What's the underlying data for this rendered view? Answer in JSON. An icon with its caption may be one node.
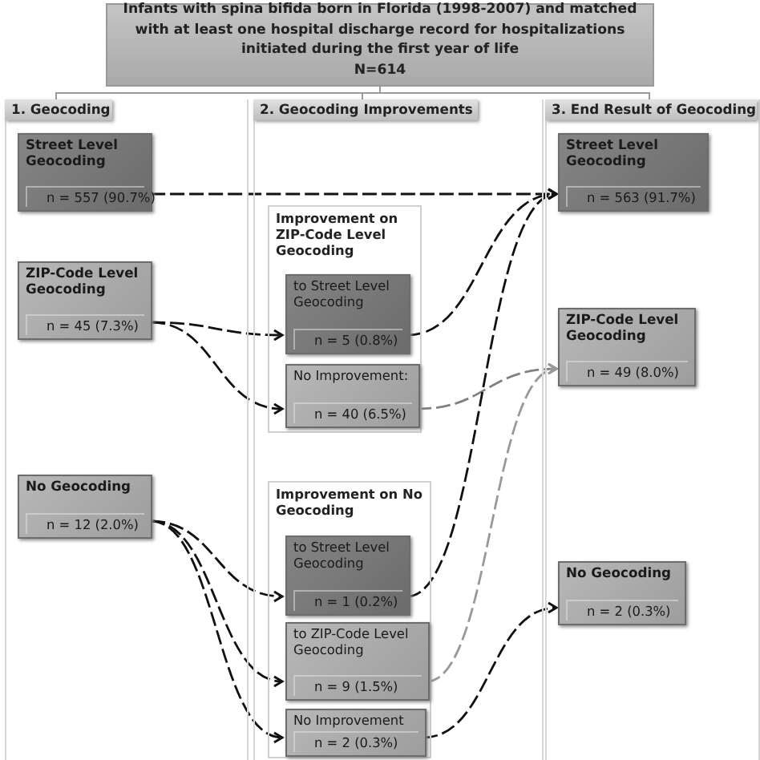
{
  "diagram": {
    "nodes": [
      {
        "text": [
          "Infants with spina bifida born in Florida (1998-2007) and matched with at least one hospital discharge record for hospitalizations initiated during the first year of life",
          "N=614"
        ]
      },
      {
        "text": [
          "1. Geocoding"
        ]
      },
      {
        "text": [
          "2. Geocoding Improvements"
        ]
      },
      {
        "text": [
          "3. End Result of Geocoding"
        ]
      },
      {
        "text": [
          "Street Level Geocoding",
          "n = 557 (90.7%)"
        ],
        "in": 1
      },
      {
        "text": [
          "ZIP-Code Level Geocoding",
          "n = 45 (7.3%)"
        ],
        "in": 1
      },
      {
        "text": [
          "No Geocoding",
          "n = 12 (2.0%)"
        ],
        "in": 1
      },
      {
        "text": [
          "Improvement on ZIP-Code Level Geocoding"
        ],
        "in": 2
      },
      {
        "text": [
          "to Street Level Geocoding",
          "n = 5 (0.8%)"
        ],
        "in": 7
      },
      {
        "text": [
          "No Improvement:",
          "n = 40 (6.5%)"
        ],
        "in": 7
      },
      {
        "text": [
          "Improvement on No Geocoding"
        ],
        "in": 2
      },
      {
        "text": [
          "to Street Level Geocoding",
          "n = 1 (0.2%)"
        ],
        "in": 10
      },
      {
        "text": [
          "to ZIP-Code Level Geocoding",
          "n = 9 (1.5%)"
        ],
        "in": 10
      },
      {
        "text": [
          "No Improvement",
          "n = 2 (0.3%)"
        ],
        "in": 10
      },
      {
        "text": [
          "Street Level Geocoding",
          "n = 563 (91.7%)"
        ],
        "in": 3
      },
      {
        "text": [
          "ZIP-Code Level Geocoding",
          "n = 49 (8.0%)"
        ],
        "in": 3
      },
      {
        "text": [
          "No Geocoding",
          "n = 2 (0.3%)"
        ],
        "in": 3
      }
    ],
    "edges": [
      {
        "from": 0,
        "to": 1,
        "arrow": "none",
        "color": "#999999"
      },
      {
        "from": 0,
        "to": 2,
        "arrow": "none",
        "color": "#999999"
      },
      {
        "from": 0,
        "to": 3,
        "arrow": "none",
        "color": "#999999"
      },
      {
        "from": 4,
        "to": 14,
        "arrow": "to",
        "style": "dashed"
      },
      {
        "from": 5,
        "to": 8,
        "arrow": "to",
        "style": "dashed"
      },
      {
        "from": 5,
        "to": 9,
        "arrow": "to",
        "style": "dashed"
      },
      {
        "from": 8,
        "to": 14,
        "arrow": "to",
        "style": "dashed"
      },
      {
        "from": 9,
        "to": 15,
        "arrow": "to",
        "style": "dashed",
        "color": "#808080"
      },
      {
        "from": 6,
        "to": 11,
        "arrow": "to",
        "style": "dashed"
      },
      {
        "from": 6,
        "to": 12,
        "arrow": "to",
        "style": "dashed"
      },
      {
        "from": 6,
        "to": 13,
        "arrow": "to",
        "style": "dashed"
      },
      {
        "from": 11,
        "to": 14,
        "arrow": "to",
        "style": "dashed"
      },
      {
        "from": 12,
        "to": 15,
        "arrow": "to",
        "style": "dashed",
        "color": "#999999"
      },
      {
        "from": 13,
        "to": 16,
        "arrow": "to",
        "style": "dashed"
      }
    ]
  }
}
